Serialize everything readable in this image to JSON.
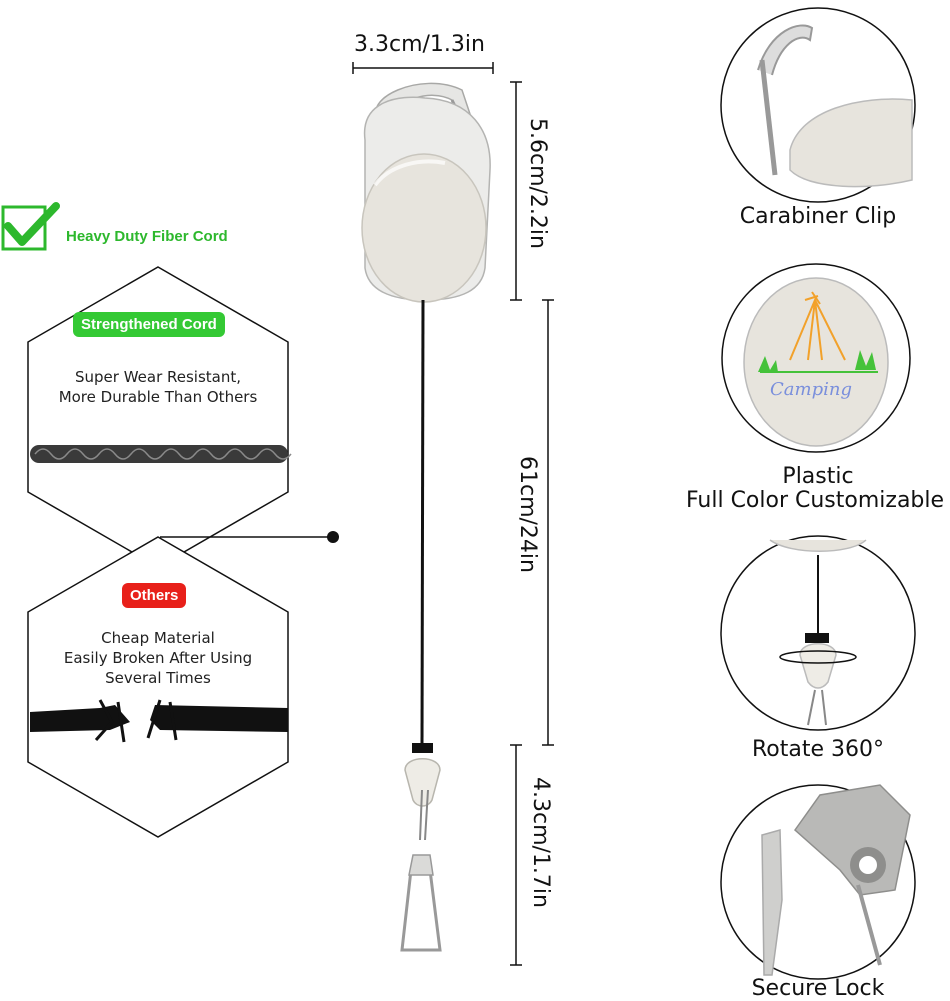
{
  "dimensions": {
    "width": "3.3cm/1.3in",
    "clip_height": "5.6cm/2.2in",
    "cord_length": "61cm/24in",
    "end_length": "4.3cm/1.7in"
  },
  "heavy_duty": {
    "label": "Heavy Duty Fiber Cord",
    "check_color": "#2db82d"
  },
  "strengthened": {
    "badge": "Strengthened Cord",
    "badge_color": "#34c934",
    "line1": "Super Wear Resistant,",
    "line2": "More Durable Than Others"
  },
  "others": {
    "badge": "Others",
    "badge_color": "#e8201a",
    "line1": "Cheap Material",
    "line2": "Easily Broken After Using",
    "line3": "Several Times"
  },
  "features": [
    {
      "label": "Carabiner Clip"
    },
    {
      "label": "Plastic",
      "label2": "Full Color Customizable",
      "print_text": "Camping"
    },
    {
      "label": "Rotate 360°"
    },
    {
      "label": "Secure Lock"
    }
  ]
}
